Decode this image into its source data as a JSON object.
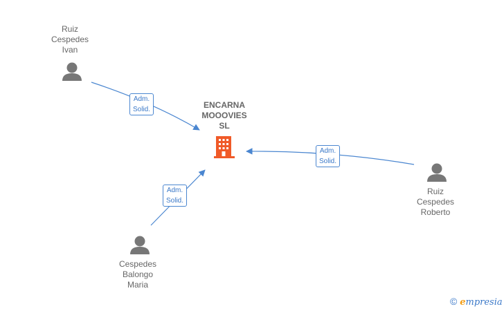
{
  "company": {
    "name_lines": [
      "ENCARNA",
      "MOOOVIES",
      "SL"
    ],
    "color": "#f05a28"
  },
  "people": [
    {
      "id": "ivan",
      "name_lines": [
        "Ruiz",
        "Cespedes",
        "Ivan"
      ],
      "icon": "person-icon"
    },
    {
      "id": "roberto",
      "name_lines": [
        "Ruiz",
        "Cespedes",
        "Roberto"
      ],
      "icon": "person-icon"
    },
    {
      "id": "maria",
      "name_lines": [
        "Cespedes",
        "Balongo",
        "Maria"
      ],
      "icon": "person-icon"
    }
  ],
  "edges": [
    {
      "from": "ivan",
      "label_lines": [
        "Adm.",
        "Solid."
      ]
    },
    {
      "from": "roberto",
      "label_lines": [
        "Adm.",
        "Solid."
      ]
    },
    {
      "from": "maria",
      "label_lines": [
        "Adm.",
        "Solid."
      ]
    }
  ],
  "colors": {
    "edge": "#4a86d0",
    "person": "#777777",
    "label_text": "#666666"
  },
  "footer": {
    "copyright": "©",
    "brand_initial": "e",
    "brand_rest": "mpresia"
  }
}
